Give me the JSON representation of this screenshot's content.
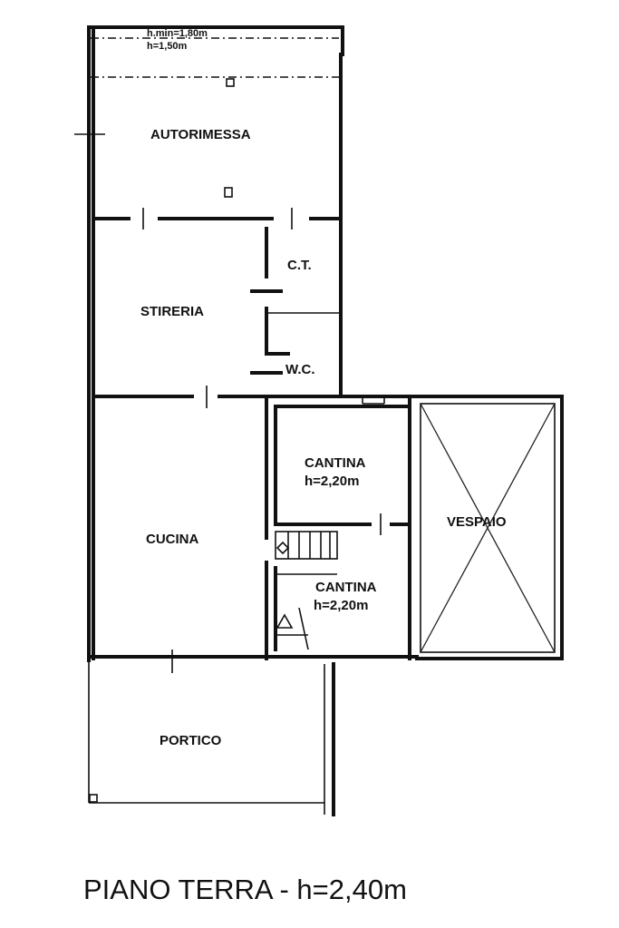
{
  "plan": {
    "clearance_top": "h.min=1,80m",
    "clearance_bottom": "h=1,50m",
    "title": "PIANO TERRA - h=2,40m"
  },
  "rooms": {
    "autorimessa": "AUTORIMESSA",
    "ct": "C.T.",
    "stireria": "STIRERIA",
    "wc": "W.C.",
    "cantina_upper_name": "CANTINA",
    "cantina_upper_height": "h=2,20m",
    "cucina": "CUCINA",
    "vespaio": "VESPAIO",
    "cantina_lower_name": "CANTINA",
    "cantina_lower_height": "h=2,20m",
    "portico": "PORTICO"
  }
}
